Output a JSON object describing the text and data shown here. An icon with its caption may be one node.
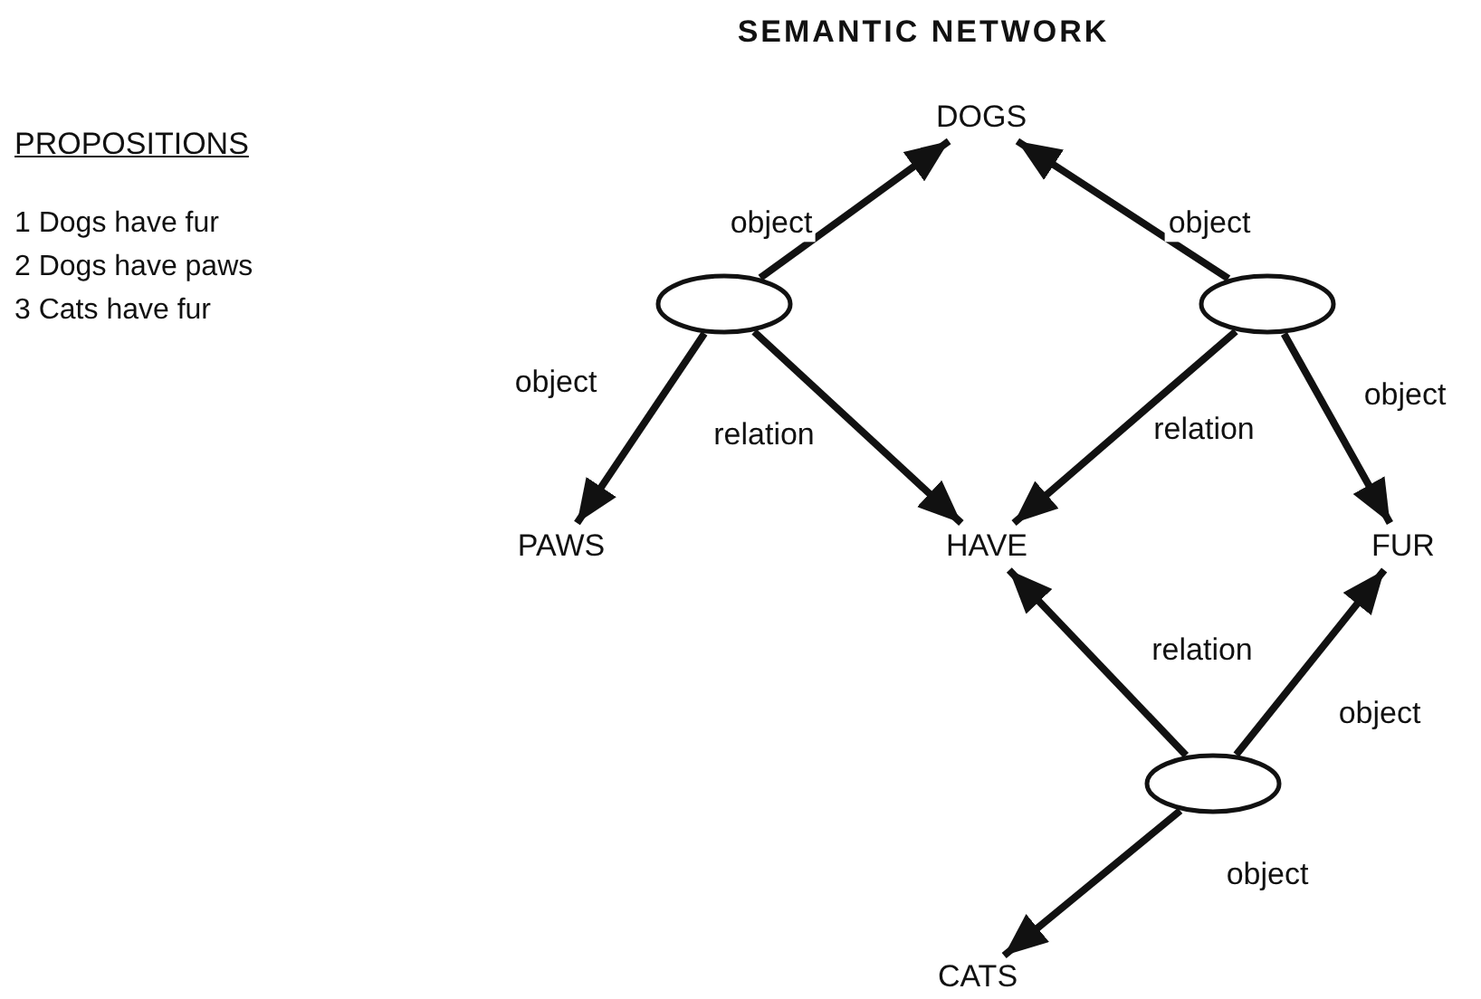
{
  "diagram": {
    "title": "SEMANTIC NETWORK",
    "nodes": [
      {
        "text": [
          "DOGS"
        ]
      },
      {
        "text": [],
        "shape": "ellipse"
      },
      {
        "text": [],
        "shape": "ellipse"
      },
      {
        "text": [
          "PAWS"
        ]
      },
      {
        "text": [
          "HAVE"
        ]
      },
      {
        "text": [
          "FUR"
        ]
      },
      {
        "text": [],
        "shape": "ellipse"
      },
      {
        "text": [
          "CATS"
        ]
      }
    ],
    "edges": [
      {
        "from": 1,
        "to": 0,
        "arrow": "to",
        "label": "object"
      },
      {
        "from": 2,
        "to": 0,
        "arrow": "to",
        "label": "object"
      },
      {
        "from": 1,
        "to": 3,
        "arrow": "to",
        "label": "object"
      },
      {
        "from": 1,
        "to": 4,
        "arrow": "to",
        "label": "relation"
      },
      {
        "from": 2,
        "to": 4,
        "arrow": "to",
        "label": "relation"
      },
      {
        "from": 2,
        "to": 5,
        "arrow": "to",
        "label": "object"
      },
      {
        "from": 6,
        "to": 4,
        "arrow": "to",
        "label": "relation"
      },
      {
        "from": 6,
        "to": 5,
        "arrow": "to",
        "label": "object"
      },
      {
        "from": 6,
        "to": 7,
        "arrow": "to",
        "label": "object"
      }
    ],
    "labels": [
      "PROPOSITIONS",
      "1 Dogs have fur",
      "2 Dogs have paws",
      "3 Cats have fur"
    ]
  }
}
